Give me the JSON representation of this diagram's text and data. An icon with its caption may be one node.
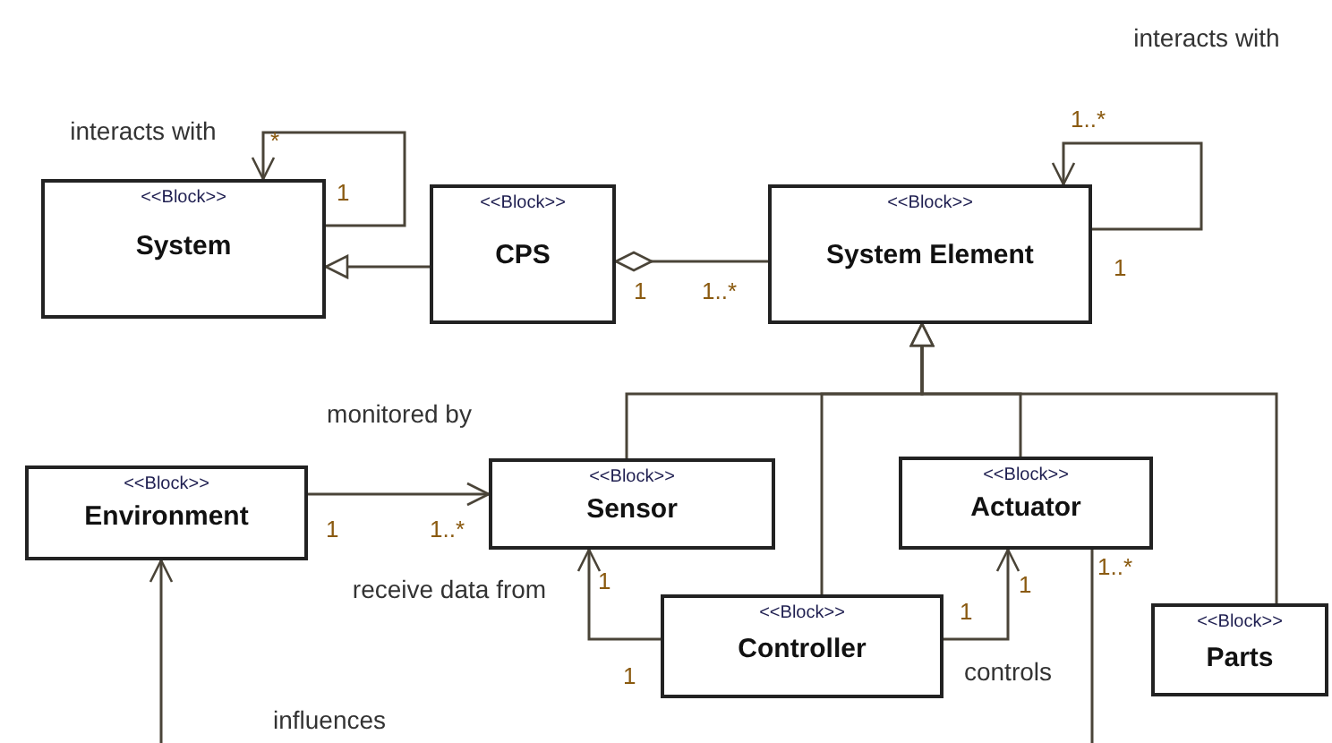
{
  "diagram": {
    "nodes": [
      {
        "text": [
          "<<Block>>",
          "System"
        ]
      },
      {
        "text": [
          "<<Block>>",
          "CPS"
        ]
      },
      {
        "text": [
          "<<Block>>",
          "System Element"
        ]
      },
      {
        "text": [
          "<<Block>>",
          "Environment"
        ]
      },
      {
        "text": [
          "<<Block>>",
          "Sensor"
        ]
      },
      {
        "text": [
          "<<Block>>",
          "Actuator"
        ]
      },
      {
        "text": [
          "<<Block>>",
          "Controller"
        ]
      },
      {
        "text": [
          "<<Block>>",
          "Parts"
        ]
      }
    ],
    "edges": [
      {
        "from": 0,
        "to": 0,
        "arrow": "to",
        "label": "interacts with"
      },
      {
        "from": 1,
        "to": 0,
        "arrow": "to"
      },
      {
        "from": 1,
        "to": 2,
        "arrow": "other"
      },
      {
        "from": 2,
        "to": 2,
        "arrow": "to",
        "label": "interacts with"
      },
      {
        "from": 4,
        "to": 2,
        "arrow": "to"
      },
      {
        "from": 6,
        "to": 2,
        "arrow": "to"
      },
      {
        "from": 5,
        "to": 2,
        "arrow": "to"
      },
      {
        "from": 7,
        "to": 2,
        "arrow": "to"
      },
      {
        "from": 3,
        "to": 4,
        "arrow": "to",
        "label": "monitored by"
      },
      {
        "from": 6,
        "to": 4,
        "arrow": "to",
        "label": "receive data from"
      },
      {
        "from": 6,
        "to": 5,
        "arrow": "to",
        "label": "controls"
      },
      {
        "from": 5,
        "to": 3,
        "arrow": "to",
        "label": "influences"
      }
    ],
    "labels": [
      "1..*",
      "*",
      "1",
      "1",
      "1",
      "1..*",
      "1",
      "1..*",
      "1..*",
      "1",
      "1",
      "1",
      "1"
    ]
  }
}
